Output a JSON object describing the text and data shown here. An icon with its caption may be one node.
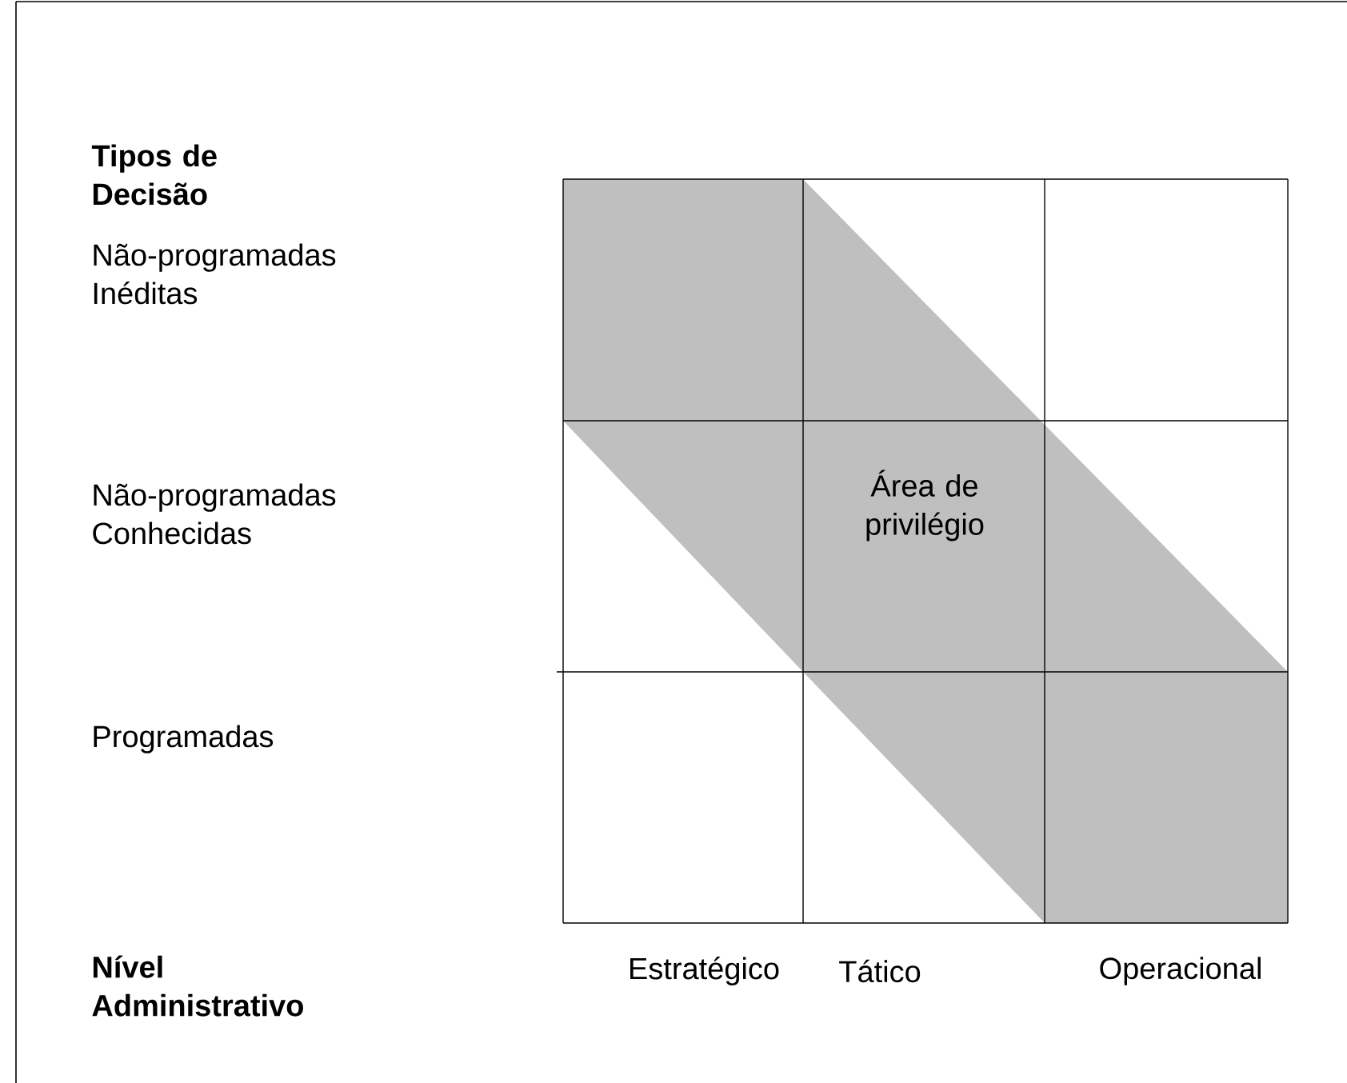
{
  "diagram": {
    "labels": [
      "Tipos de Decisão",
      "Não-programadas Inéditas",
      "Não-programadas Conhecidas",
      "Área de privilégio",
      "Programadas",
      "Nível Administrativo",
      "Estratégico",
      "Tático",
      "Operacional"
    ]
  }
}
